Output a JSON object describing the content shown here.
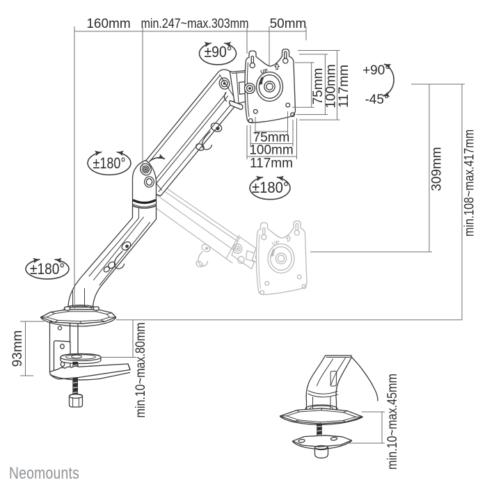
{
  "brand": {
    "logo_text": "Neomounts"
  },
  "colors": {
    "background": "#ffffff",
    "line": "#3a3a3a",
    "ghost": "#b9b9b9",
    "dimension": "#6e6e6e",
    "text": "#2b2b2b",
    "logo": "#8e9296"
  },
  "diagram": {
    "type": "product-dimension-drawing",
    "subject": "gas spring monitor desk mount arm",
    "top_dimensions": {
      "arm_offset": "160mm",
      "arm_reach_range": "min.247~max.303mm",
      "head_depth": "50mm"
    },
    "vesa_plate": {
      "up_marking": "UP",
      "vertical": {
        "hole_75": "75mm",
        "hole_100": "100mm",
        "plate_height": "117mm"
      },
      "horizontal": {
        "hole_75": "75mm",
        "hole_100": "100mm",
        "plate_width": "117mm"
      }
    },
    "rotations": {
      "head_swivel": "±90°",
      "elbow_swivel": "±180°",
      "base_swivel": "±180°",
      "plate_rotation": "±180°",
      "tilt_up": "+90°",
      "tilt_down": "-45°"
    },
    "height_dimensions": {
      "vertical_travel": "309mm",
      "height_range": "min.108~max.417mm"
    },
    "clamp_detail": {
      "bracket_height": "93mm",
      "desk_thickness_range": "min.10~max.80mm"
    },
    "grommet_detail": {
      "desk_thickness_range": "min.10~max.45mm"
    }
  }
}
